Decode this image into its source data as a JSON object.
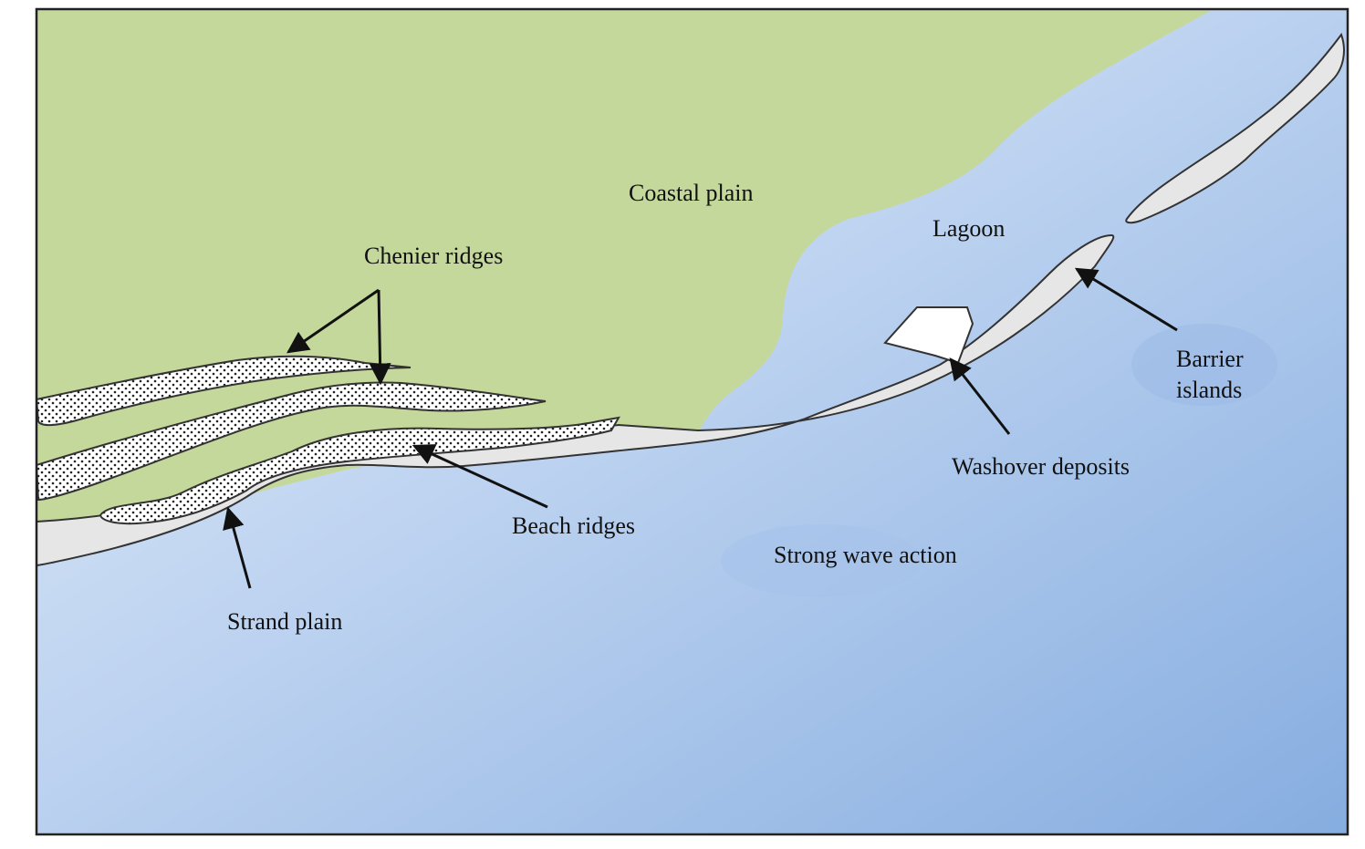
{
  "labels": {
    "coastal_plain": "Coastal plain",
    "lagoon": "Lagoon",
    "chenier_ridges": "Chenier ridges",
    "barrier_islands_line1": "Barrier",
    "barrier_islands_line2": "islands",
    "washover_deposits": "Washover deposits",
    "beach_ridges": "Beach ridges",
    "strong_wave_action": "Strong wave action",
    "strand_plain": "Strand plain"
  },
  "colors": {
    "land": "#c5d89c",
    "sea_light": "#e4eefa",
    "sea_dark": "#89afe0",
    "sand": "#e6e6e6",
    "outline": "#333333",
    "text": "#111111"
  }
}
